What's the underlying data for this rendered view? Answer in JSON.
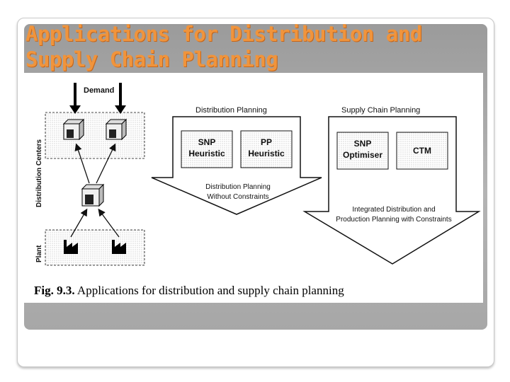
{
  "slide": {
    "title_line1": "Applications for Distribution and",
    "title_line2": "Supply Chain Planning"
  },
  "diagram": {
    "demand_label": "Demand",
    "distribution_centers_label": "Distribution Centers",
    "plant_label": "Plant",
    "distribution_planning_label": "Distribution Planning",
    "supply_chain_planning_label": "Supply Chain Planning",
    "snp_heuristic_line1": "SNP",
    "snp_heuristic_line2": "Heuristic",
    "pp_heuristic_line1": "PP",
    "pp_heuristic_line2": "Heuristic",
    "snp_optimiser_line1": "SNP",
    "snp_optimiser_line2": "Optimiser",
    "ctm_label": "CTM",
    "dp_arrow_line1": "Distribution Planning",
    "dp_arrow_line2": "Without Constraints",
    "scp_arrow_line1": "Integrated Distribution and",
    "scp_arrow_line2": "Production Planning with Constraints"
  },
  "caption": {
    "number": "Fig. 9.3.",
    "text": "Applications for distribution and supply chain planning"
  }
}
